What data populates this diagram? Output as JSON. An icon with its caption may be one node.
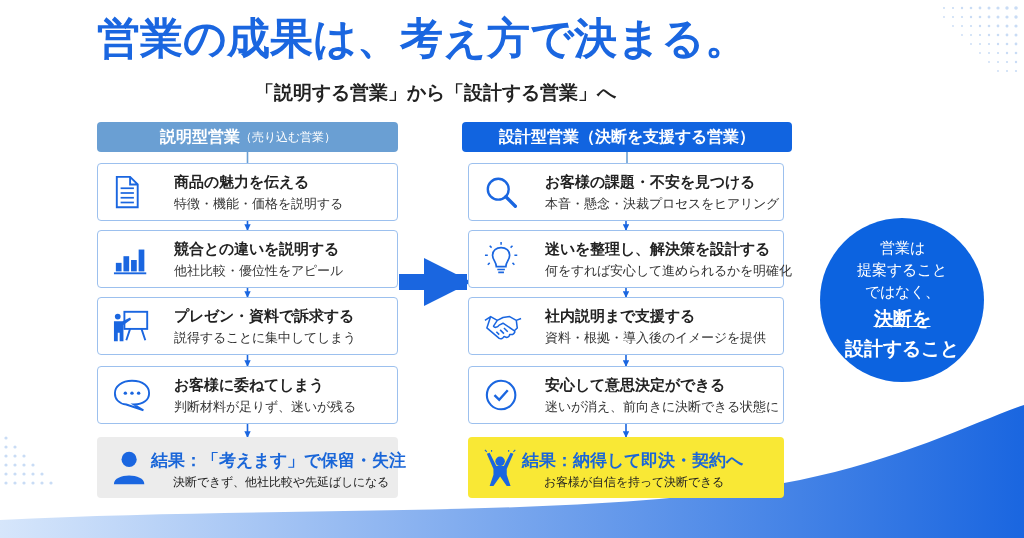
{
  "diagram": {
    "title": "営業の成果は、考え方で決まる。",
    "nodes": [
      {
        "text": [
          "説明型営業",
          "（売り込む営業）"
        ]
      },
      {
        "text": [
          "商品の魅力を伝える",
          "特徴・機能・価格を説明する"
        ]
      },
      {
        "text": [
          "競合との違いを説明する",
          "他社比較・優位性をアピール"
        ]
      },
      {
        "text": [
          "プレゼン・資料で訴求する",
          "説得することに集中してしまう"
        ]
      },
      {
        "text": [
          "お客様に委ねてしまう",
          "判断材料が足りず、迷いが残る"
        ]
      },
      {
        "text": [
          "結果：「考えます」で保留・失注",
          "決断できず、他社比較や先延ばしになる"
        ]
      },
      {
        "text": [
          "設計型営業（決断を支援する営業）"
        ]
      },
      {
        "text": [
          "お客様の課題・不安を見つける",
          "本音・懸念・決裁プロセスをヒアリング"
        ]
      },
      {
        "text": [
          "迷いを整理し、解決策を設計する",
          "何をすれば安心して進められるかを明確化"
        ]
      },
      {
        "text": [
          "社内説明まで支援する",
          "資料・根拠・導入後のイメージを提供"
        ]
      },
      {
        "text": [
          "安心して意思決定ができる",
          "迷いが消え、前向きに決断できる状態に"
        ]
      },
      {
        "text": [
          "結果：納得して即決・契約へ",
          "お客様が自信を持って決断できる"
        ]
      },
      {
        "text": [
          "営業は",
          "提案すること",
          "ではなく、",
          "決断を",
          "設計すること"
        ]
      }
    ],
    "edges": [
      {
        "from": 0,
        "to": 1,
        "arrow": "none"
      },
      {
        "from": 1,
        "to": 2,
        "arrow": "to"
      },
      {
        "from": 2,
        "to": 3,
        "arrow": "to"
      },
      {
        "from": 3,
        "to": 4,
        "arrow": "to"
      },
      {
        "from": 4,
        "to": 5,
        "arrow": "to"
      },
      {
        "from": 6,
        "to": 7,
        "arrow": "none"
      },
      {
        "from": 7,
        "to": 8,
        "arrow": "to"
      },
      {
        "from": 8,
        "to": 9,
        "arrow": "to"
      },
      {
        "from": 9,
        "to": 10,
        "arrow": "to"
      },
      {
        "from": 10,
        "to": 11,
        "arrow": "to"
      },
      {
        "from": 2,
        "to": 8,
        "arrow": "to",
        "style": "thick"
      }
    ],
    "labels": [
      "「説明する営業」から「設計する営業」へ"
    ]
  }
}
